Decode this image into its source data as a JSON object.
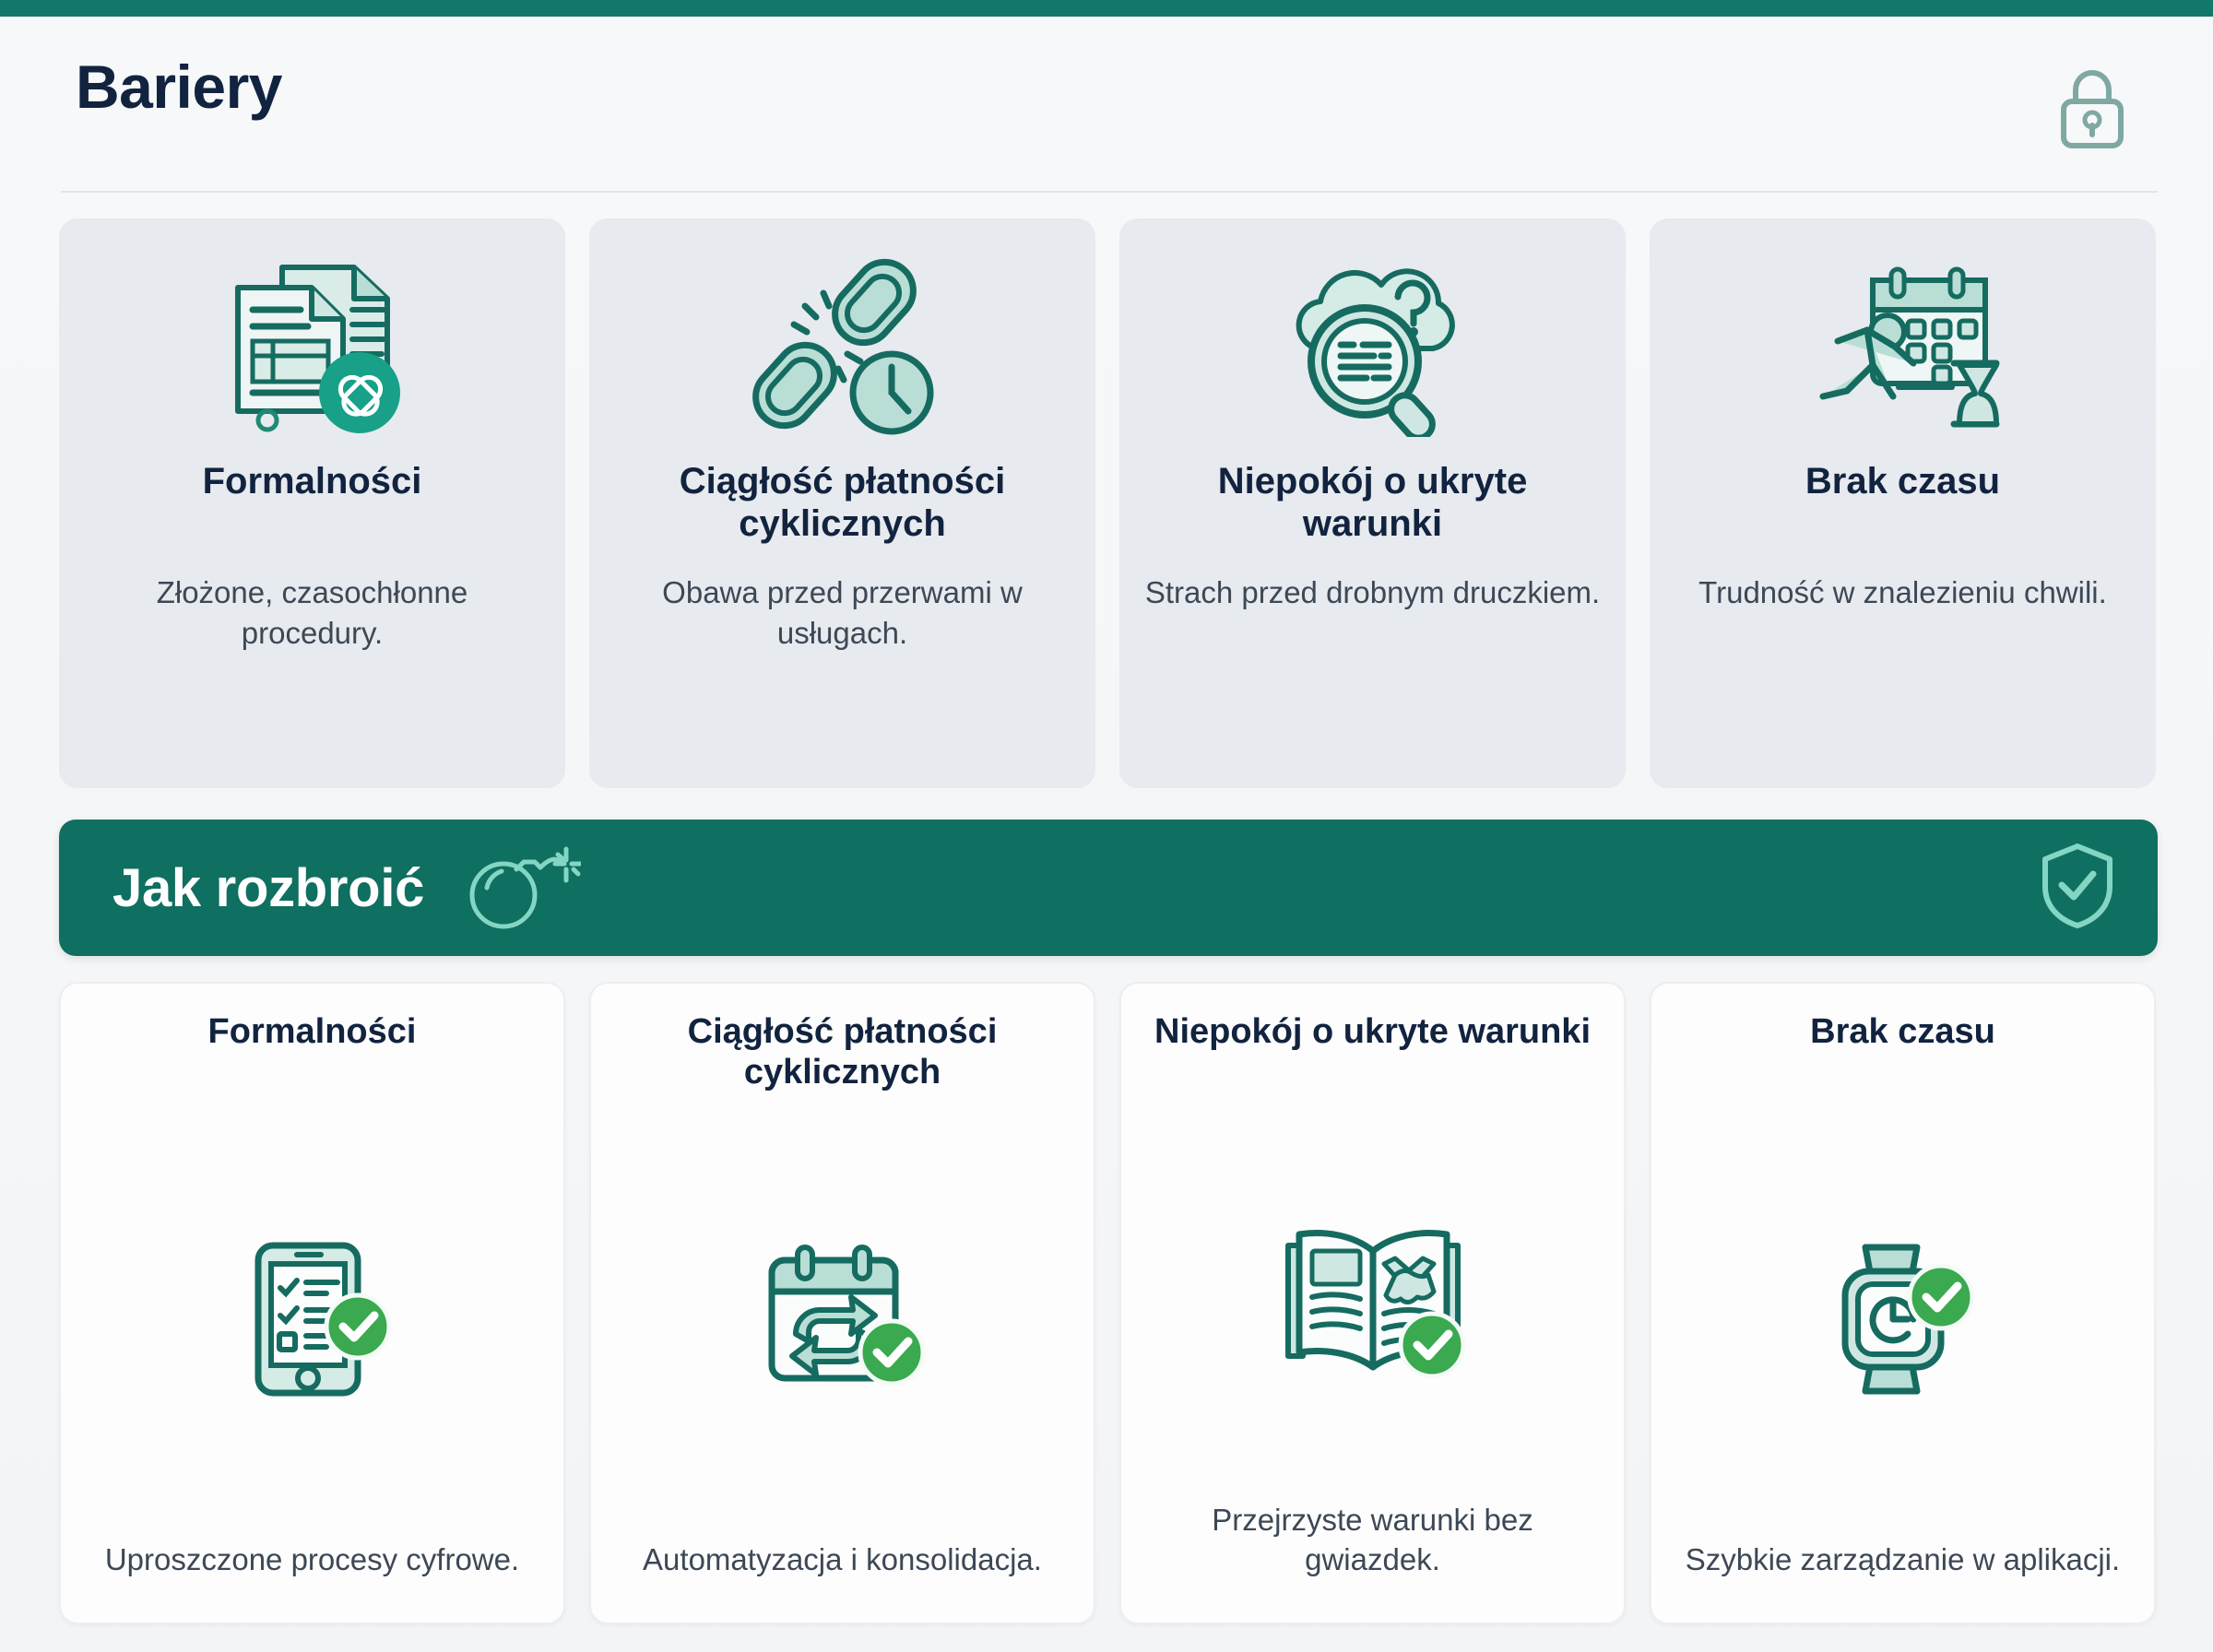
{
  "header": {
    "title": "Bariery",
    "lock_icon": "lock-icon"
  },
  "colors": {
    "brand_teal": "#12786b",
    "banner_green": "#0f6f60",
    "check_green": "#3aa94f",
    "icon_dark": "#14675c",
    "icon_fill": "#b9ded6",
    "title_navy": "#11233f",
    "card_grey": "#e7eaee",
    "page_bg": "#f4f6f8"
  },
  "barriers": [
    {
      "icon": "documents-paperwork-icon",
      "title": "Formalności",
      "desc": "Złożone, czasochłonne procedury."
    },
    {
      "icon": "broken-chain-clock-icon",
      "title": "Ciągłość płatności cyklicznych",
      "desc": "Obawa przed przerwami w usługach."
    },
    {
      "icon": "magnifier-question-cloud-icon",
      "title": "Niepokój o ukryte warunki",
      "desc": "Strach przed drobnym druczkiem."
    },
    {
      "icon": "running-person-calendar-hourglass-icon",
      "title": "Brak czasu",
      "desc": "Trudność w znalezieniu chwili."
    }
  ],
  "banner": {
    "title": "Jak rozbroić",
    "bomb_icon": "bomb-icon",
    "shield_icon": "shield-check-icon"
  },
  "solutions": [
    {
      "icon": "phone-checklist-icon",
      "title": "Formalności",
      "desc": "Uproszczone procesy cyfrowe."
    },
    {
      "icon": "calendar-recurring-icon",
      "title": "Ciągłość płatności cyklicznych",
      "desc": "Automatyzacja i konsolidacja."
    },
    {
      "icon": "open-book-handshake-icon",
      "title": "Niepokój o ukryte warunki",
      "desc": "Przejrzyste warunki bez gwiazdek."
    },
    {
      "icon": "smartwatch-clock-icon",
      "title": "Brak czasu",
      "desc": "Szybkie zarządzanie w aplikacji."
    }
  ]
}
